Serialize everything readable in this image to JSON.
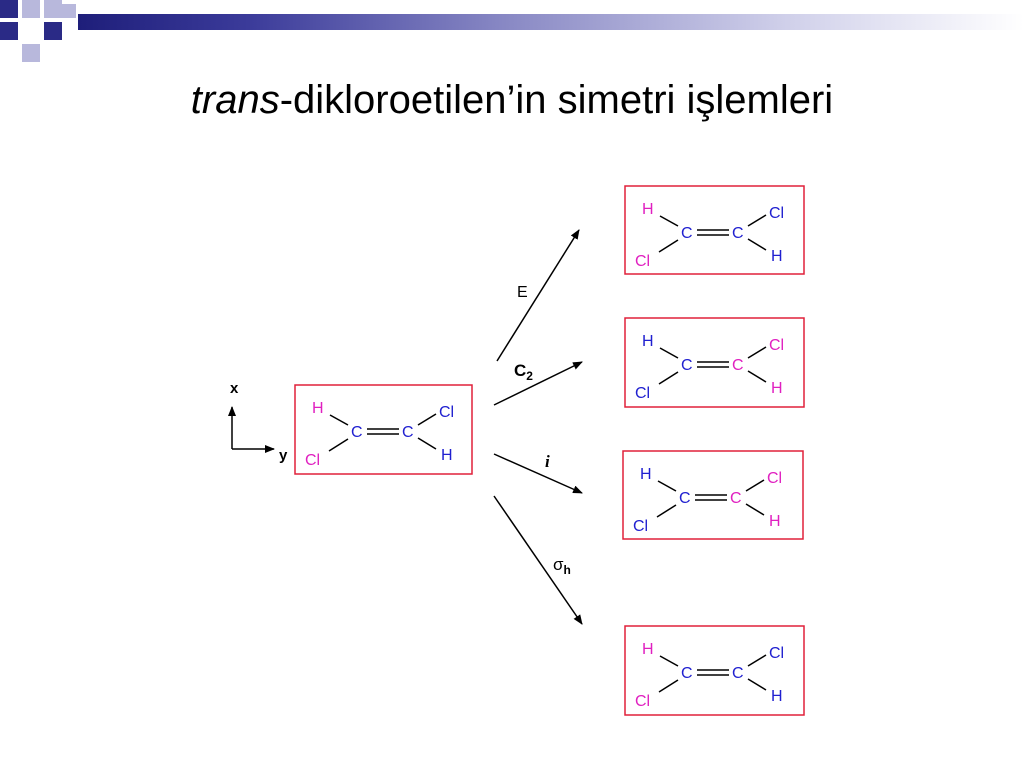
{
  "slide": {
    "title_italic": "trans",
    "title_rest": "-dikloroetilen’in simetri işlemleri"
  },
  "colors": {
    "h_atom": "#e020c0",
    "cl_atom": "#e020c0",
    "c_atom": "#2020d0",
    "right_atoms": "#2020d0",
    "box_border": "#e0203a",
    "bond": "#000000",
    "title_bar_dark": "#1e1e7a",
    "corner_dark": "#2a2a86",
    "corner_light": "#b8b8dc"
  },
  "axes": {
    "x_label": "x",
    "y_label": "y"
  },
  "molecule_labels": {
    "h_left": "H",
    "cl_left": "Cl",
    "c1": "C",
    "c2": "C",
    "cl_right": "Cl",
    "h_right": "H"
  },
  "operations": [
    {
      "id": "E",
      "label": "E",
      "sub": ""
    },
    {
      "id": "C2",
      "label": "C",
      "sub": "2"
    },
    {
      "id": "i",
      "label": "i",
      "sub": ""
    },
    {
      "id": "sigma_h",
      "label": "σ",
      "sub": "h"
    }
  ]
}
